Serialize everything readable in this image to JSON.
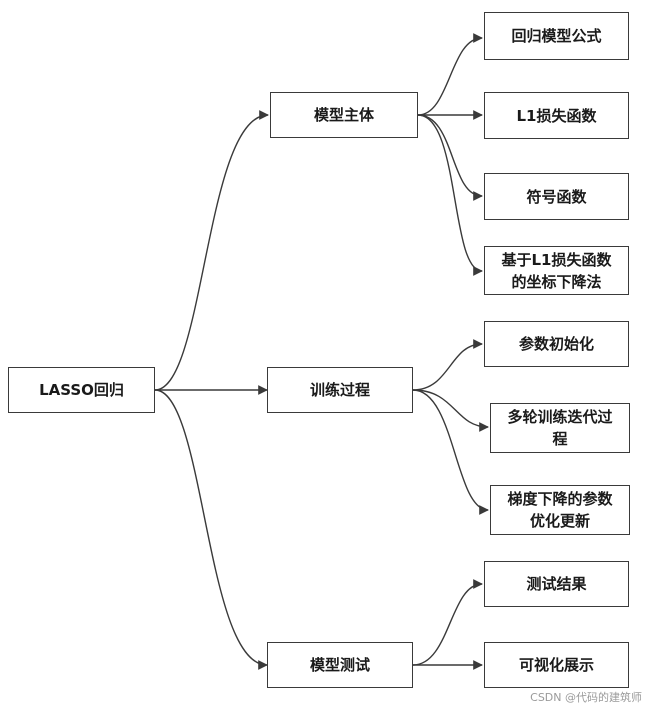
{
  "root": {
    "label": "LASSO回归"
  },
  "branches": [
    {
      "label": "模型主体",
      "children": [
        "回归模型公式",
        "L1损失函数",
        "符号函数",
        "基于L1损失函数\n的坐标下降法"
      ]
    },
    {
      "label": "训练过程",
      "children": [
        "参数初始化",
        "多轮训练迭代过\n程",
        "梯度下降的参数\n优化更新"
      ]
    },
    {
      "label": "模型测试",
      "children": [
        "测试结果",
        "可视化展示"
      ]
    }
  ],
  "watermark": "CSDN @代码的建筑师",
  "colors": {
    "line": "#3a3a3a",
    "border": "#3a3a3a",
    "text": "#1a1a1a"
  }
}
